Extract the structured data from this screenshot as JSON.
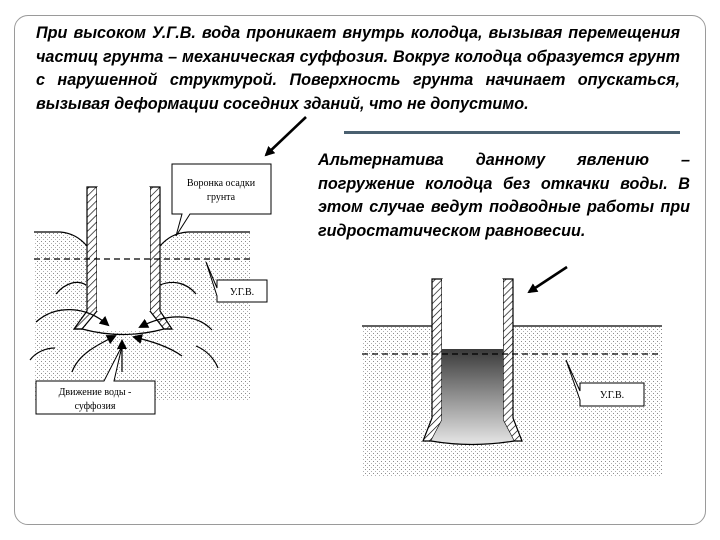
{
  "text": {
    "intro": "При высоком У.Г.В. вода проникает внутрь колодца, вызывая перемещения частиц грунта – механическая суффозия. Вокруг колодца образуется грунт с нарушенной структурой. Поверхность грунта начинает опускаться, вызывая деформации соседних зданий, что не допустимо.",
    "alternative": "Альтернатива данному явлению – погружение колодца без откачки воды. В этом случае ведут подводные работы при гидростатическом равновесии."
  },
  "left_diagram": {
    "funnel_line1": "Воронка осадки",
    "funnel_line2": "грунта",
    "ugv": "У.Г.В.",
    "flow_line1": "Движение воды -",
    "flow_line2": "суффозия"
  },
  "right_diagram": {
    "ugv": "У.Г.В."
  }
}
